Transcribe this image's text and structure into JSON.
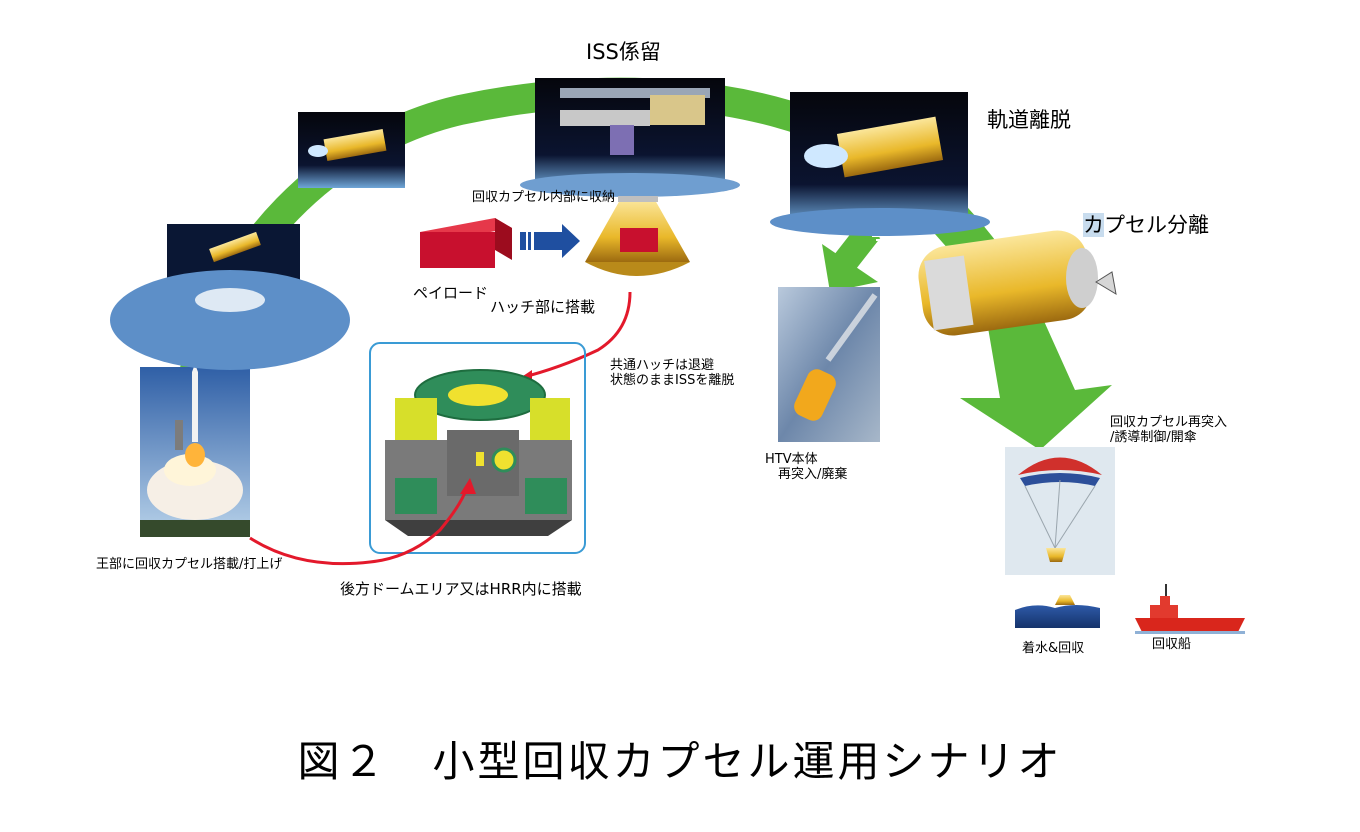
{
  "diagram": {
    "labels": {
      "iss_berthing": "ISS係留",
      "deorbit": "軌道離脱",
      "capsule_separation_prefix": "カ",
      "capsule_separation_rest": "プセル分離",
      "store_in_capsule": "回収カプセル内部に収納",
      "payload": "ペイロード",
      "hatch_mount": "ハッチ部に搭載",
      "common_hatch": "共通ハッチは退避\n状態のままISSを離脱",
      "htv_body": "HTV本体\n　再突入/廃棄",
      "capsule_reentry": "回収カプセル再突入\n/誘導制御/開傘",
      "launch": "王部に回収カプセル搭載/打上げ",
      "aft_dome": "後方ドームエリア又はHRR内に搭載",
      "splashdown": "着水&回収",
      "recovery_ship": "回収船"
    },
    "caption": "図２　小型回収カプセル運用シナリオ",
    "colors": {
      "arc_green": "#5ab93a",
      "payload_red": "#c8102e",
      "capsule_gold": "#e9b82a",
      "path_red": "#e3192b",
      "frame_blue": "#3a9bd5",
      "arrow_blue": "#1f4fa0"
    }
  }
}
